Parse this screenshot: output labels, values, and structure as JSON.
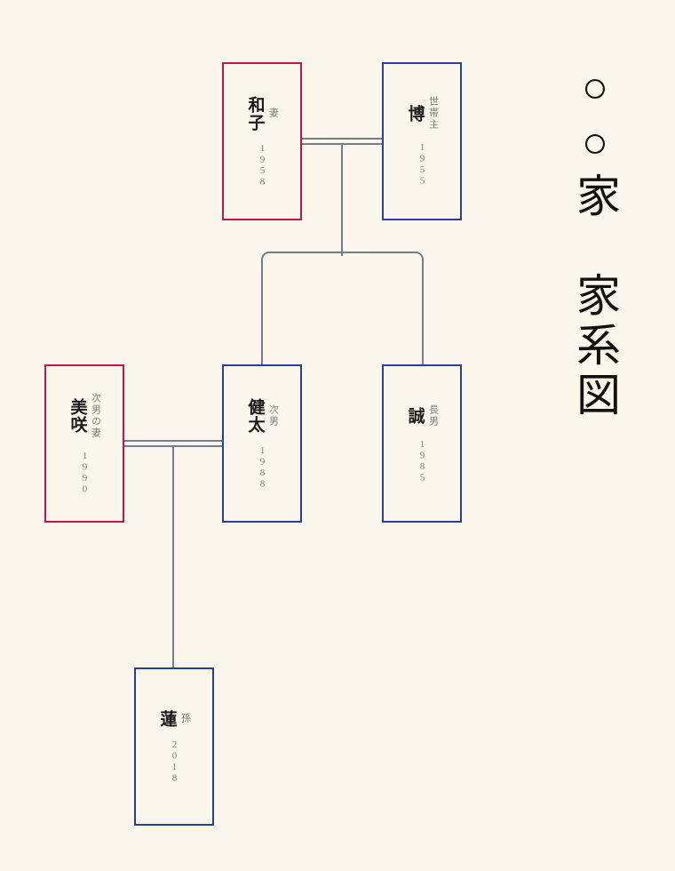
{
  "title": "○○家　家系図",
  "palette": {
    "background": "#FAF6EC",
    "female_border": "#BB1A4A",
    "male_border": "#28418F",
    "connector_line": "#747E8A",
    "name_text": "#1C1C1C",
    "muted_text": "#827C70",
    "title_text": "#14110C"
  },
  "people": [
    {
      "name": "和子",
      "role": "妻",
      "year": "1958",
      "gender": "female"
    },
    {
      "name": "博",
      "role": "世帯主",
      "year": "1955",
      "gender": "male"
    },
    {
      "name": "美咲",
      "role": "次男の妻",
      "year": "1990",
      "gender": "female"
    },
    {
      "name": "健太",
      "role": "次男",
      "year": "1988",
      "gender": "male"
    },
    {
      "name": "誠",
      "role": "長男",
      "year": "1985",
      "gender": "male"
    },
    {
      "name": "蓮",
      "role": "孫",
      "year": "2018",
      "gender": "male"
    }
  ],
  "relationships": [
    {
      "type": "marriage",
      "between": [
        "和子",
        "博"
      ]
    },
    {
      "type": "marriage",
      "between": [
        "美咲",
        "健太"
      ]
    },
    {
      "type": "parent-child",
      "parents": [
        "博",
        "和子"
      ],
      "children": [
        "健太",
        "誠"
      ]
    },
    {
      "type": "parent-child",
      "parents": [
        "健太",
        "美咲"
      ],
      "children": [
        "蓮"
      ]
    }
  ]
}
